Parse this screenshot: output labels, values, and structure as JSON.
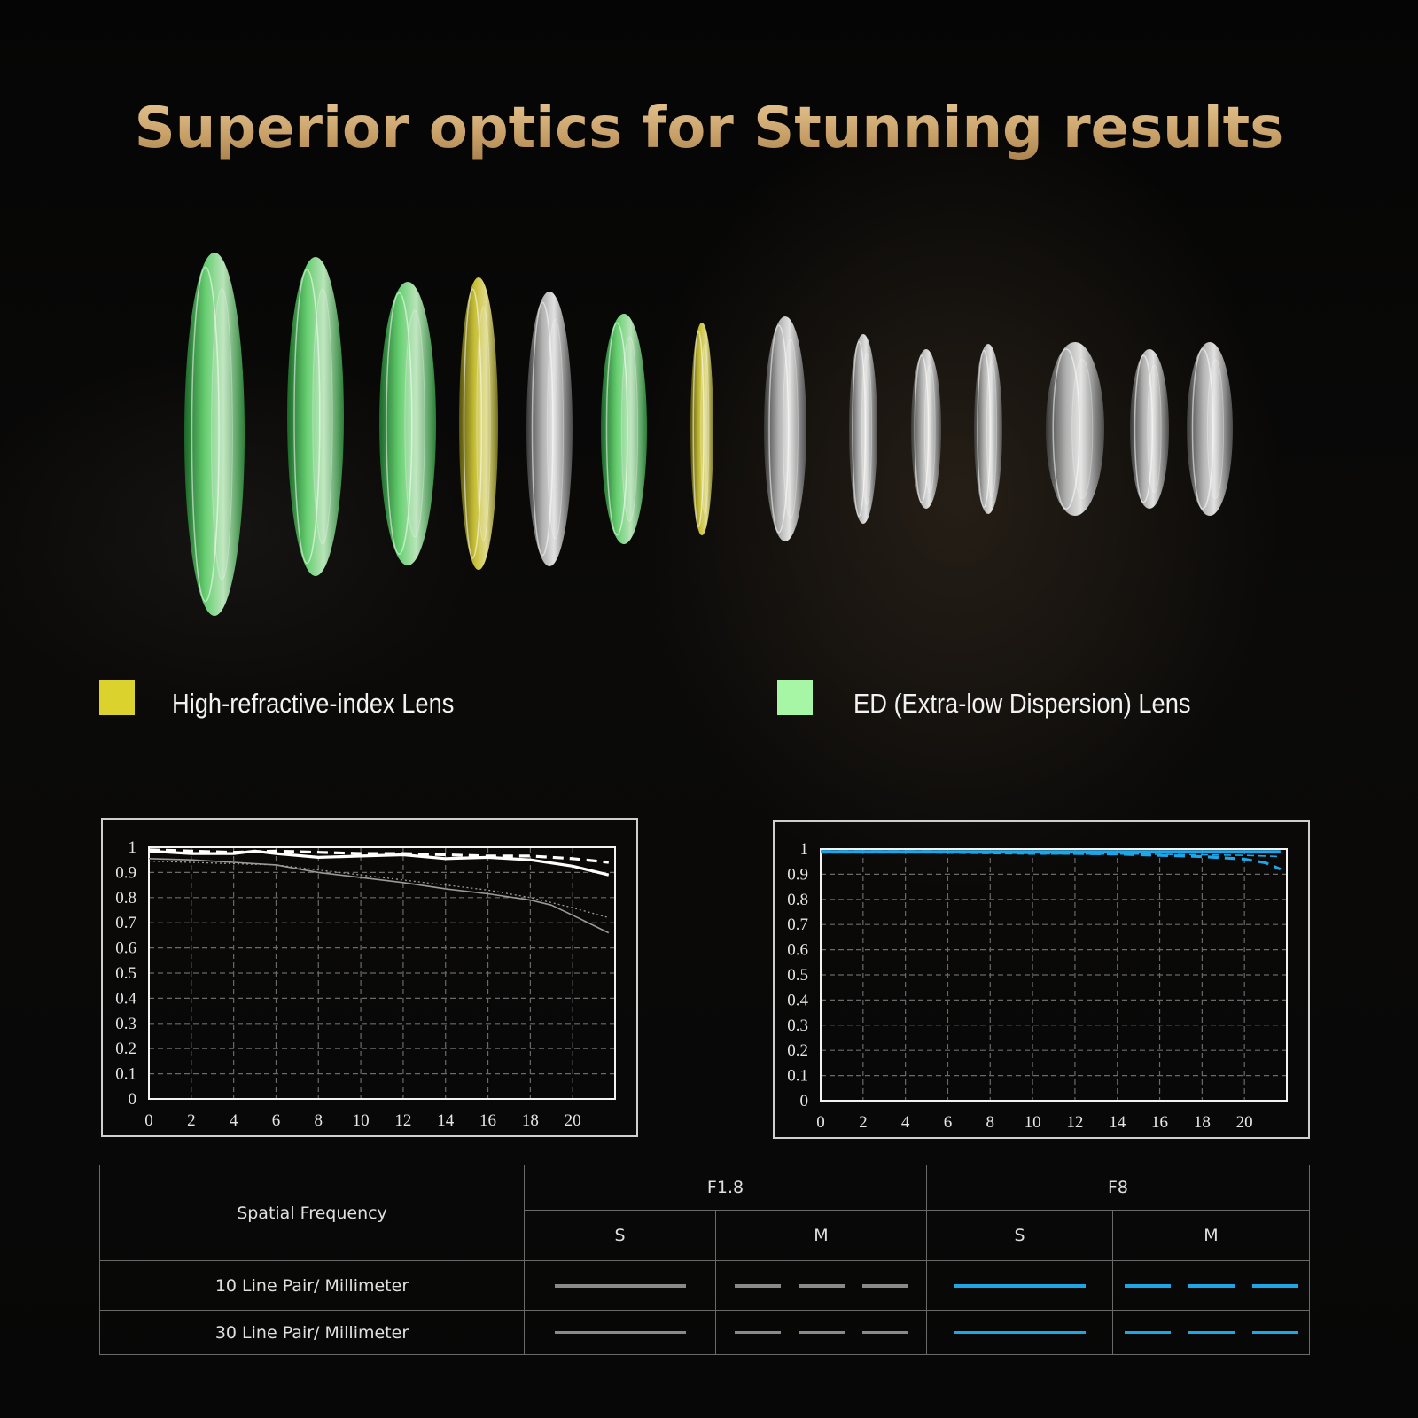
{
  "headline": "Superior optics for Stunning results",
  "colors": {
    "high_refractive": "#dcd22e",
    "ed_lens": "#a6f6a6",
    "f18_line": "#8a8a8a",
    "f8_line": "#1ea6e6"
  },
  "legend": [
    {
      "label": "High-refractive-index Lens",
      "color": "#dcd22e"
    },
    {
      "label": "ED (Extra-low Dispersion) Lens",
      "color": "#a6f6a6"
    }
  ],
  "chart_data": [
    {
      "type": "line",
      "x_ticks": [
        "0",
        "2",
        "4",
        "6",
        "8",
        "10",
        "12",
        "14",
        "16",
        "18",
        "20"
      ],
      "y_ticks": [
        "0",
        "0.1",
        "0.2",
        "0.3",
        "0.4",
        "0.5",
        "0.6",
        "0.7",
        "0.8",
        "0.9",
        "1"
      ],
      "xlim": [
        0,
        22
      ],
      "ylim": [
        0,
        1
      ],
      "grid": true,
      "series": [
        {
          "id": "10lp-S",
          "style": "solid-thick",
          "color": "#ffffff",
          "x": [
            0,
            2,
            4,
            5,
            6,
            8,
            10,
            12,
            14,
            16,
            18,
            20,
            21.7
          ],
          "y": [
            0.985,
            0.975,
            0.975,
            0.985,
            0.975,
            0.96,
            0.965,
            0.97,
            0.955,
            0.96,
            0.95,
            0.925,
            0.89
          ]
        },
        {
          "id": "10lp-M",
          "style": "dashed-thick",
          "color": "#ffffff",
          "x": [
            0,
            2,
            4,
            6,
            8,
            10,
            12,
            14,
            16,
            18,
            20,
            21.7
          ],
          "y": [
            0.99,
            0.985,
            0.98,
            0.985,
            0.98,
            0.975,
            0.975,
            0.97,
            0.965,
            0.965,
            0.955,
            0.94
          ]
        },
        {
          "id": "30lp-S",
          "style": "solid-thin",
          "color": "#9a9a9a",
          "x": [
            0,
            2,
            4,
            6,
            8,
            10,
            12,
            14,
            16,
            18,
            19,
            20,
            21.7
          ],
          "y": [
            0.955,
            0.95,
            0.94,
            0.93,
            0.9,
            0.88,
            0.86,
            0.835,
            0.815,
            0.79,
            0.77,
            0.73,
            0.66
          ]
        },
        {
          "id": "30lp-M",
          "style": "dotted-thin",
          "color": "#9a9a9a",
          "x": [
            0,
            2,
            4,
            6,
            8,
            10,
            12,
            14,
            16,
            18,
            20,
            21.7
          ],
          "y": [
            0.945,
            0.94,
            0.935,
            0.93,
            0.91,
            0.89,
            0.87,
            0.85,
            0.83,
            0.8,
            0.76,
            0.72
          ]
        }
      ]
    },
    {
      "type": "line",
      "x_ticks": [
        "0",
        "2",
        "4",
        "6",
        "8",
        "10",
        "12",
        "14",
        "16",
        "18",
        "20"
      ],
      "y_ticks": [
        "0",
        "0.1",
        "0.2",
        "0.3",
        "0.4",
        "0.5",
        "0.6",
        "0.7",
        "0.8",
        "0.9",
        "1"
      ],
      "xlim": [
        0,
        22
      ],
      "ylim": [
        0,
        1
      ],
      "grid": true,
      "series": [
        {
          "id": "10lp-S",
          "style": "solid-thick",
          "color": "#1ea6e6",
          "x": [
            0,
            5,
            10,
            15,
            20,
            21.7
          ],
          "y": [
            0.99,
            0.99,
            0.99,
            0.99,
            0.99,
            0.99
          ]
        },
        {
          "id": "10lp-M",
          "style": "dashed-thick",
          "color": "#1ea6e6",
          "x": [
            0,
            5,
            10,
            14,
            16,
            18,
            20,
            21,
            21.7
          ],
          "y": [
            0.99,
            0.99,
            0.985,
            0.98,
            0.975,
            0.97,
            0.96,
            0.945,
            0.92
          ]
        },
        {
          "id": "30lp-S",
          "style": "solid-thin",
          "color": "#1ea6e6",
          "x": [
            0,
            5,
            10,
            15,
            20,
            21.7
          ],
          "y": [
            0.985,
            0.985,
            0.985,
            0.985,
            0.985,
            0.985
          ]
        },
        {
          "id": "30lp-M",
          "style": "dashed-thin",
          "color": "#1ea6e6",
          "x": [
            0,
            5,
            10,
            15,
            20,
            21.7
          ],
          "y": [
            0.985,
            0.985,
            0.98,
            0.98,
            0.975,
            0.97
          ]
        }
      ]
    }
  ],
  "table": {
    "row_header": "Spatial Frequency",
    "apertures": [
      "F1.8",
      "F8"
    ],
    "subheaders": [
      "S",
      "M",
      "S",
      "M"
    ],
    "rows": [
      {
        "label": "10 Line Pair/ Millimeter"
      },
      {
        "label": "30 Line Pair/ Millimeter"
      }
    ]
  },
  "lens_elements": [
    {
      "type": "ed"
    },
    {
      "type": "ed"
    },
    {
      "type": "ed"
    },
    {
      "type": "high-refractive"
    },
    {
      "type": "clear"
    },
    {
      "type": "ed"
    },
    {
      "type": "high-refractive"
    },
    {
      "type": "clear"
    },
    {
      "type": "clear"
    },
    {
      "type": "clear"
    },
    {
      "type": "clear"
    },
    {
      "type": "clear"
    },
    {
      "type": "clear"
    },
    {
      "type": "clear"
    }
  ]
}
